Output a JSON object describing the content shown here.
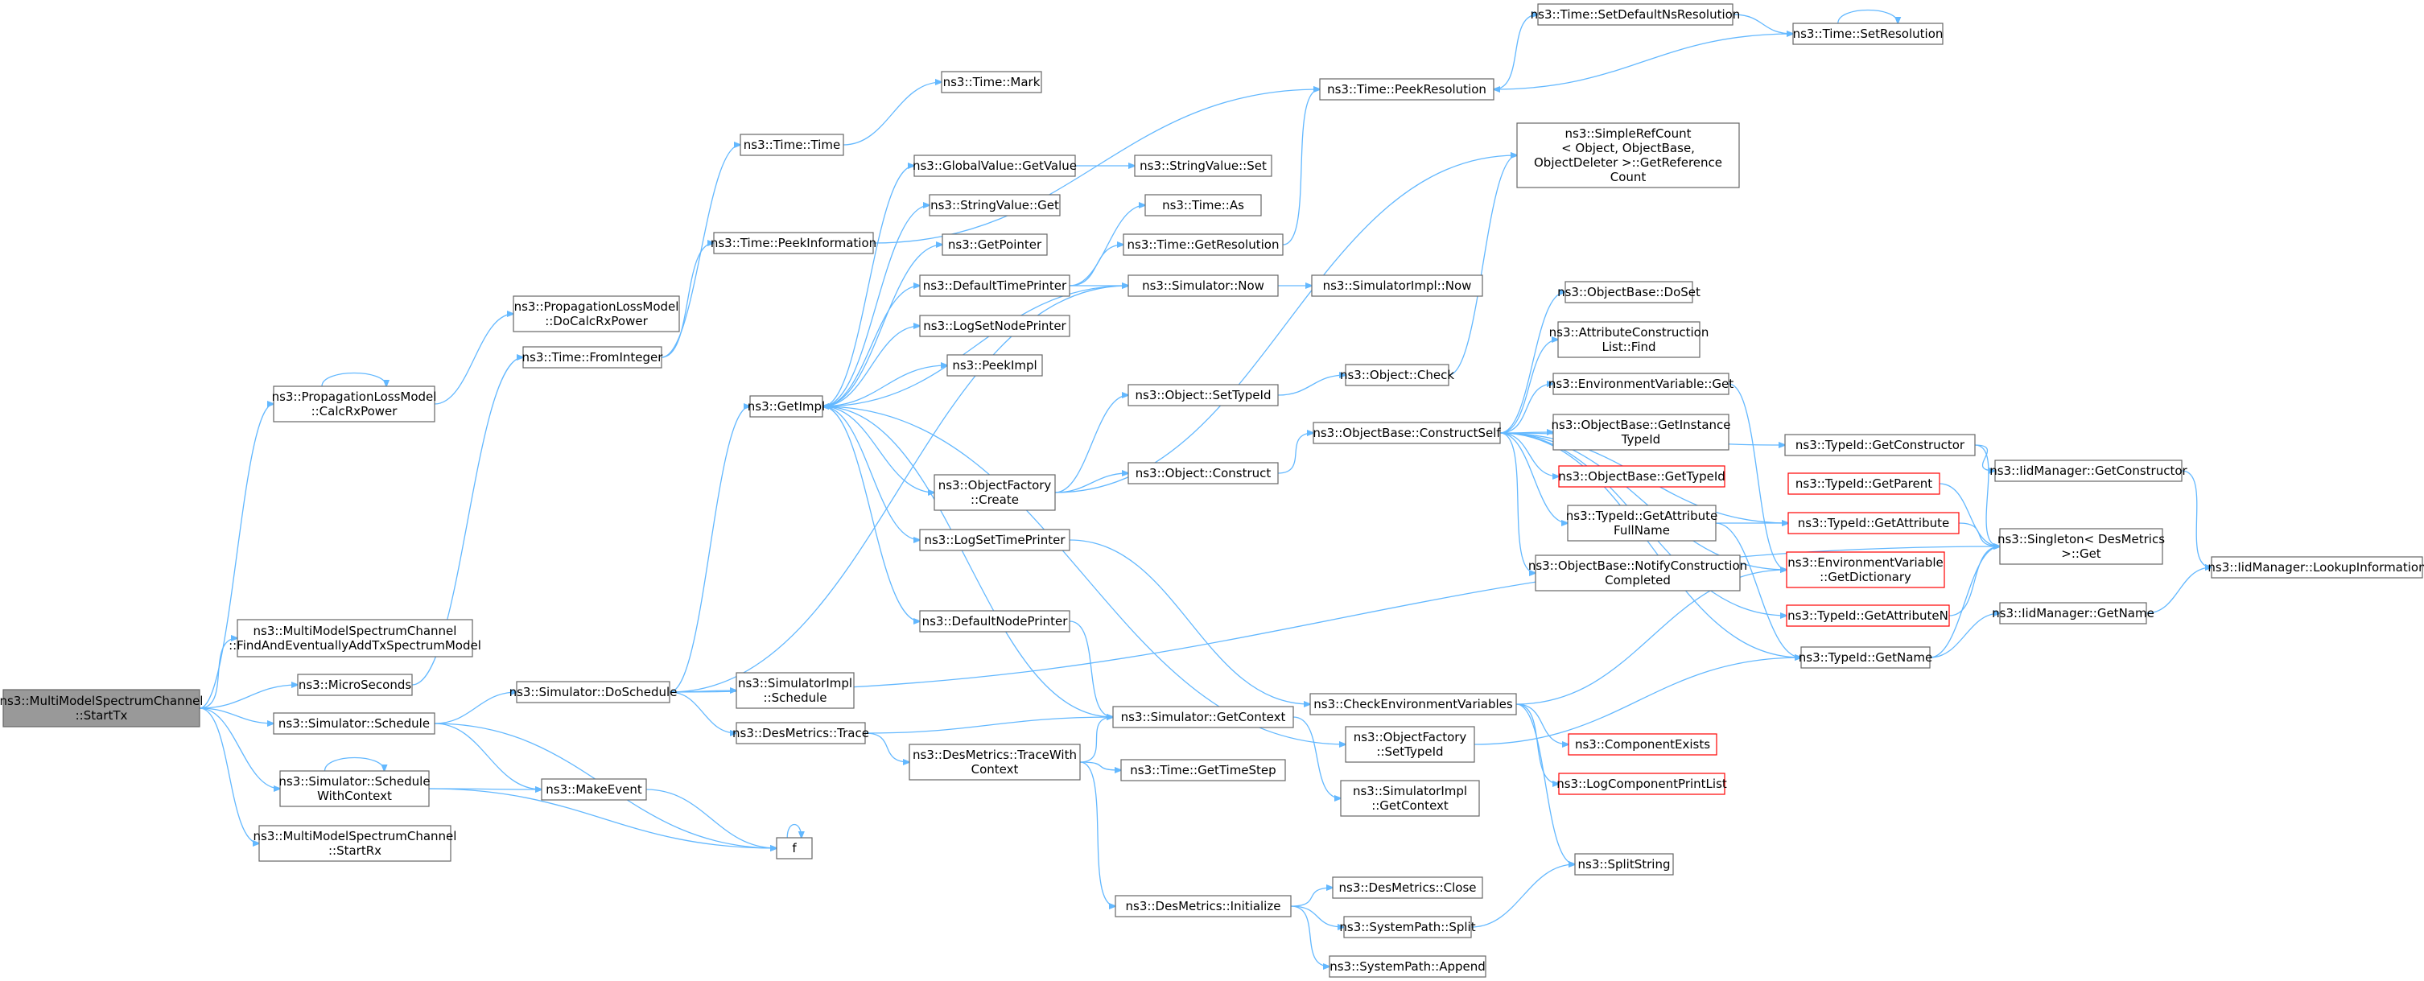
{
  "nodes": [
    {
      "id": "root",
      "lines": [
        "ns3::MultiModelSpectrumChannel",
        "::StartTx"
      ],
      "root": true
    },
    {
      "id": "calcrx",
      "lines": [
        "ns3::PropagationLossModel",
        "::CalcRxPower"
      ]
    },
    {
      "id": "docalc",
      "lines": [
        "ns3::PropagationLossModel",
        "::DoCalcRxPower"
      ]
    },
    {
      "id": "findadd",
      "lines": [
        "ns3::MultiModelSpectrumChannel",
        "::FindAndEventuallyAddTxSpectrumModel"
      ]
    },
    {
      "id": "micro",
      "lines": [
        "ns3::MicroSeconds"
      ]
    },
    {
      "id": "sched",
      "lines": [
        "ns3::Simulator::Schedule"
      ]
    },
    {
      "id": "schedctx",
      "lines": [
        "ns3::Simulator::Schedule",
        "WithContext"
      ]
    },
    {
      "id": "startrx",
      "lines": [
        "ns3::MultiModelSpectrumChannel",
        "::StartRx"
      ]
    },
    {
      "id": "fromint",
      "lines": [
        "ns3::Time::FromInteger"
      ]
    },
    {
      "id": "peekinfo",
      "lines": [
        "ns3::Time::PeekInformation"
      ]
    },
    {
      "id": "timetime",
      "lines": [
        "ns3::Time::Time"
      ]
    },
    {
      "id": "mark",
      "lines": [
        "ns3::Time::Mark"
      ]
    },
    {
      "id": "dosched",
      "lines": [
        "ns3::Simulator::DoSchedule"
      ]
    },
    {
      "id": "makeevent",
      "lines": [
        "ns3::MakeEvent"
      ]
    },
    {
      "id": "f",
      "lines": [
        "f"
      ]
    },
    {
      "id": "getimpl",
      "lines": [
        "ns3::GetImpl"
      ]
    },
    {
      "id": "simimplsched",
      "lines": [
        "ns3::SimulatorImpl",
        "::Schedule"
      ]
    },
    {
      "id": "trace",
      "lines": [
        "ns3::DesMetrics::Trace"
      ]
    },
    {
      "id": "globalget",
      "lines": [
        "ns3::GlobalValue::GetValue"
      ]
    },
    {
      "id": "strget",
      "lines": [
        "ns3::StringValue::Get"
      ]
    },
    {
      "id": "getptr",
      "lines": [
        "ns3::GetPointer"
      ]
    },
    {
      "id": "deftime",
      "lines": [
        "ns3::DefaultTimePrinter"
      ]
    },
    {
      "id": "lognode",
      "lines": [
        "ns3::LogSetNodePrinter"
      ]
    },
    {
      "id": "peekimpl",
      "lines": [
        "ns3::PeekImpl"
      ]
    },
    {
      "id": "objfactcreate",
      "lines": [
        "ns3::ObjectFactory",
        "::Create"
      ]
    },
    {
      "id": "logtime",
      "lines": [
        "ns3::LogSetTimePrinter"
      ]
    },
    {
      "id": "defnode",
      "lines": [
        "ns3::DefaultNodePrinter"
      ]
    },
    {
      "id": "tracectx",
      "lines": [
        "ns3::DesMetrics::TraceWith",
        "Context"
      ]
    },
    {
      "id": "strset",
      "lines": [
        "ns3::StringValue::Set"
      ]
    },
    {
      "id": "timeas",
      "lines": [
        "ns3::Time::As"
      ]
    },
    {
      "id": "getres",
      "lines": [
        "ns3::Time::GetResolution"
      ]
    },
    {
      "id": "simnow",
      "lines": [
        "ns3::Simulator::Now"
      ]
    },
    {
      "id": "settypeid",
      "lines": [
        "ns3::Object::SetTypeId"
      ]
    },
    {
      "id": "objconstruct",
      "lines": [
        "ns3::Object::Construct"
      ]
    },
    {
      "id": "getctx",
      "lines": [
        "ns3::Simulator::GetContext"
      ]
    },
    {
      "id": "timestep",
      "lines": [
        "ns3::Time::GetTimeStep"
      ]
    },
    {
      "id": "init",
      "lines": [
        "ns3::DesMetrics::Initialize"
      ]
    },
    {
      "id": "peekres",
      "lines": [
        "ns3::Time::PeekResolution"
      ]
    },
    {
      "id": "simimplnow",
      "lines": [
        "ns3::SimulatorImpl::Now"
      ]
    },
    {
      "id": "objcheck",
      "lines": [
        "ns3::Object::Check"
      ]
    },
    {
      "id": "constructself",
      "lines": [
        "ns3::ObjectBase::ConstructSelf"
      ]
    },
    {
      "id": "checkenv",
      "lines": [
        "ns3::CheckEnvironmentVariables"
      ]
    },
    {
      "id": "objfactset",
      "lines": [
        "ns3::ObjectFactory",
        "::SetTypeId"
      ]
    },
    {
      "id": "simimplctx",
      "lines": [
        "ns3::SimulatorImpl",
        "::GetContext"
      ]
    },
    {
      "id": "dmclose",
      "lines": [
        "ns3::DesMetrics::Close"
      ]
    },
    {
      "id": "split",
      "lines": [
        "ns3::SystemPath::Split"
      ]
    },
    {
      "id": "append",
      "lines": [
        "ns3::SystemPath::Append"
      ]
    },
    {
      "id": "setdefres",
      "lines": [
        "ns3::Time::SetDefaultNsResolution"
      ]
    },
    {
      "id": "setres",
      "lines": [
        "ns3::Time::SetResolution"
      ]
    },
    {
      "id": "refcount",
      "lines": [
        "ns3::SimpleRefCount",
        "< Object, ObjectBase,",
        "ObjectDeleter >::GetReference",
        "Count"
      ]
    },
    {
      "id": "doset",
      "lines": [
        "ns3::ObjectBase::DoSet"
      ]
    },
    {
      "id": "attrfind",
      "lines": [
        "ns3::AttributeConstruction",
        "List::Find"
      ]
    },
    {
      "id": "envget",
      "lines": [
        "ns3::EnvironmentVariable::Get"
      ]
    },
    {
      "id": "getinst",
      "lines": [
        "ns3::ObjectBase::GetInstance",
        "TypeId"
      ]
    },
    {
      "id": "obgettid",
      "lines": [
        "ns3::ObjectBase::GetTypeId"
      ],
      "red": true
    },
    {
      "id": "attrfull",
      "lines": [
        "ns3::TypeId::GetAttribute",
        "FullName"
      ]
    },
    {
      "id": "notify",
      "lines": [
        "ns3::ObjectBase::NotifyConstruction",
        "Completed"
      ]
    },
    {
      "id": "compexists",
      "lines": [
        "ns3::ComponentExists"
      ],
      "red": true
    },
    {
      "id": "logprint",
      "lines": [
        "ns3::LogComponentPrintList"
      ],
      "red": true
    },
    {
      "id": "splitstr",
      "lines": [
        "ns3::SplitString"
      ]
    },
    {
      "id": "getctor",
      "lines": [
        "ns3::TypeId::GetConstructor"
      ]
    },
    {
      "id": "getparent",
      "lines": [
        "ns3::TypeId::GetParent"
      ],
      "red": true
    },
    {
      "id": "getattr",
      "lines": [
        "ns3::TypeId::GetAttribute"
      ],
      "red": true
    },
    {
      "id": "envdict",
      "lines": [
        "ns3::EnvironmentVariable",
        "::GetDictionary"
      ],
      "red": true
    },
    {
      "id": "getattrn",
      "lines": [
        "ns3::TypeId::GetAttributeN"
      ],
      "red": true
    },
    {
      "id": "getname",
      "lines": [
        "ns3::TypeId::GetName"
      ]
    },
    {
      "id": "iidctor",
      "lines": [
        "ns3::IidManager::GetConstructor"
      ]
    },
    {
      "id": "singleton",
      "lines": [
        "ns3::Singleton< DesMetrics",
        ">::Get"
      ]
    },
    {
      "id": "iidname",
      "lines": [
        "ns3::IidManager::GetName"
      ]
    },
    {
      "id": "lookup",
      "lines": [
        "ns3::IidManager::LookupInformation"
      ]
    }
  ],
  "edges": [
    [
      "root",
      "calcrx"
    ],
    [
      "root",
      "findadd"
    ],
    [
      "root",
      "micro"
    ],
    [
      "root",
      "sched"
    ],
    [
      "root",
      "schedctx"
    ],
    [
      "root",
      "startrx"
    ],
    [
      "calcrx",
      "calcrx"
    ],
    [
      "calcrx",
      "docalc"
    ],
    [
      "micro",
      "fromint"
    ],
    [
      "fromint",
      "peekinfo"
    ],
    [
      "fromint",
      "timetime"
    ],
    [
      "timetime",
      "mark"
    ],
    [
      "peekinfo",
      "peekres"
    ],
    [
      "sched",
      "dosched"
    ],
    [
      "sched",
      "makeevent"
    ],
    [
      "sched",
      "f"
    ],
    [
      "schedctx",
      "schedctx"
    ],
    [
      "schedctx",
      "makeevent"
    ],
    [
      "schedctx",
      "f"
    ],
    [
      "makeevent",
      "f"
    ],
    [
      "f",
      "f"
    ],
    [
      "dosched",
      "getimpl"
    ],
    [
      "dosched",
      "simimplsched"
    ],
    [
      "dosched",
      "trace"
    ],
    [
      "dosched",
      "simnow"
    ],
    [
      "dosched",
      "singleton"
    ],
    [
      "getimpl",
      "globalget"
    ],
    [
      "getimpl",
      "strget"
    ],
    [
      "getimpl",
      "getptr"
    ],
    [
      "getimpl",
      "deftime"
    ],
    [
      "getimpl",
      "lognode"
    ],
    [
      "getimpl",
      "peekimpl"
    ],
    [
      "getimpl",
      "objfactcreate"
    ],
    [
      "getimpl",
      "logtime"
    ],
    [
      "getimpl",
      "defnode"
    ],
    [
      "getimpl",
      "objfactset"
    ],
    [
      "globalget",
      "strset"
    ],
    [
      "deftime",
      "timeas"
    ],
    [
      "deftime",
      "getres"
    ],
    [
      "deftime",
      "simnow"
    ],
    [
      "getres",
      "peekres"
    ],
    [
      "simnow",
      "getimpl"
    ],
    [
      "simnow",
      "simimplnow"
    ],
    [
      "objfactcreate",
      "settypeid"
    ],
    [
      "objfactcreate",
      "objconstruct"
    ],
    [
      "objfactcreate",
      "refcount"
    ],
    [
      "settypeid",
      "objcheck"
    ],
    [
      "objcheck",
      "refcount"
    ],
    [
      "objconstruct",
      "constructself"
    ],
    [
      "logtime",
      "checkenv"
    ],
    [
      "defnode",
      "getctx"
    ],
    [
      "trace",
      "getctx"
    ],
    [
      "trace",
      "tracectx"
    ],
    [
      "tracectx",
      "getctx"
    ],
    [
      "tracectx",
      "timestep"
    ],
    [
      "tracectx",
      "init"
    ],
    [
      "getctx",
      "getimpl"
    ],
    [
      "getctx",
      "simimplctx"
    ],
    [
      "init",
      "dmclose"
    ],
    [
      "init",
      "split"
    ],
    [
      "init",
      "append"
    ],
    [
      "split",
      "splitstr"
    ],
    [
      "peekres",
      "setdefres"
    ],
    [
      "setdefres",
      "setres"
    ],
    [
      "setres",
      "setres"
    ],
    [
      "setres",
      "peekres"
    ],
    [
      "constructself",
      "doset"
    ],
    [
      "constructself",
      "attrfind"
    ],
    [
      "constructself",
      "envget"
    ],
    [
      "constructself",
      "getinst"
    ],
    [
      "constructself",
      "obgettid"
    ],
    [
      "constructself",
      "attrfull"
    ],
    [
      "constructself",
      "notify"
    ],
    [
      "constructself",
      "getctor"
    ],
    [
      "constructself",
      "getattr"
    ],
    [
      "constructself",
      "envdict"
    ],
    [
      "constructself",
      "getattrn"
    ],
    [
      "constructself",
      "getname"
    ],
    [
      "envget",
      "envdict"
    ],
    [
      "attrfull",
      "getattr"
    ],
    [
      "attrfull",
      "getname"
    ],
    [
      "checkenv",
      "envdict"
    ],
    [
      "checkenv",
      "compexists"
    ],
    [
      "checkenv",
      "logprint"
    ],
    [
      "checkenv",
      "splitstr"
    ],
    [
      "objfactset",
      "getname"
    ],
    [
      "getctor",
      "iidctor"
    ],
    [
      "getctor",
      "singleton"
    ],
    [
      "getparent",
      "singleton"
    ],
    [
      "getattr",
      "singleton"
    ],
    [
      "getattrn",
      "singleton"
    ],
    [
      "getname",
      "iidname"
    ],
    [
      "getname",
      "singleton"
    ],
    [
      "iidctor",
      "lookup"
    ],
    [
      "iidname",
      "lookup"
    ]
  ]
}
